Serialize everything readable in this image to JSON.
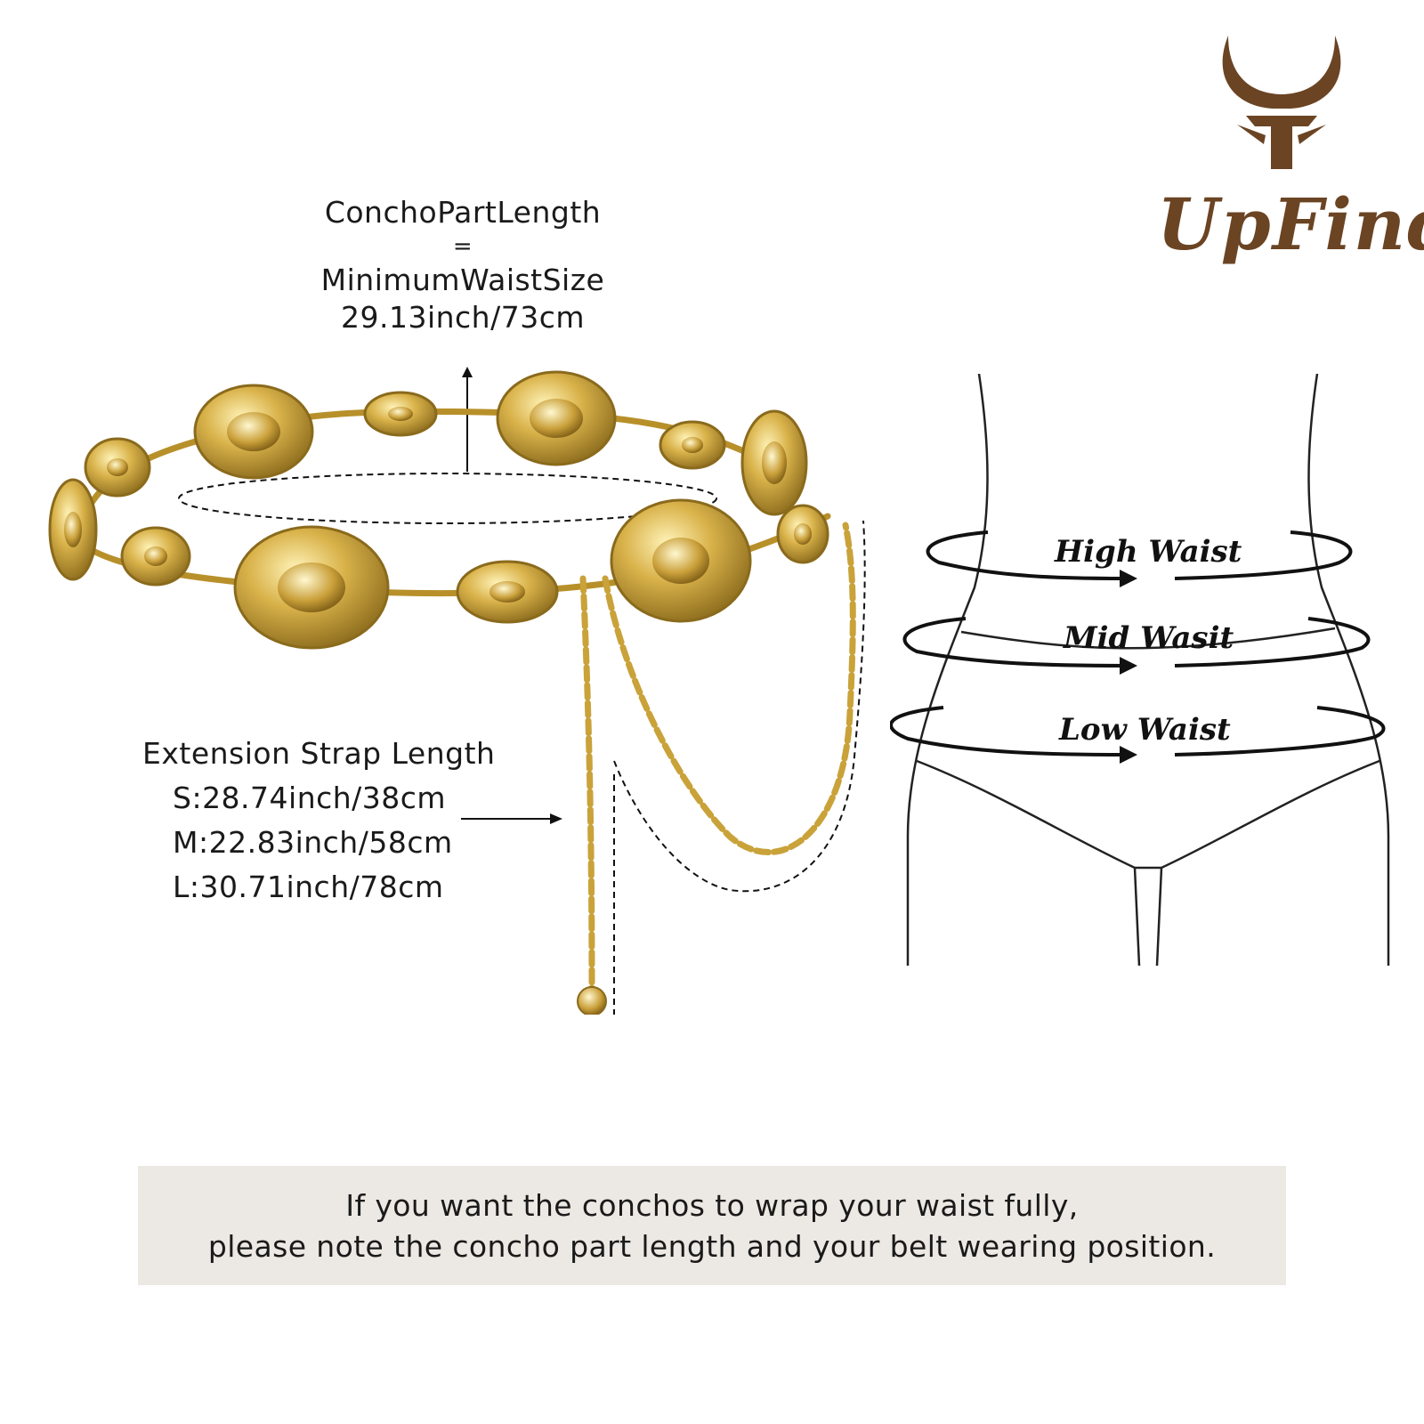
{
  "brand": {
    "name": "UpFind",
    "logo_color": "#6b4423"
  },
  "concho_part": {
    "line1": "ConchoPartLength",
    "line2": "=",
    "line3": "MinimumWaistSize",
    "line4": "29.13inch/73cm"
  },
  "extension_strap": {
    "title": "Extension Strap Length",
    "sizes": [
      "S:28.74inch/38cm",
      "M:22.83inch/58cm",
      "L:30.71inch/78cm"
    ]
  },
  "waist_positions": [
    "High Waist",
    "Mid Wasit",
    "Low Waist"
  ],
  "note": {
    "line1": "If you want the conchos to wrap your waist fully,",
    "line2": "please note the concho part length and your belt wearing position."
  },
  "colors": {
    "gold": "#c9a23a",
    "gold_dark": "#8a6a1c",
    "note_bg": "#ece9e4"
  }
}
